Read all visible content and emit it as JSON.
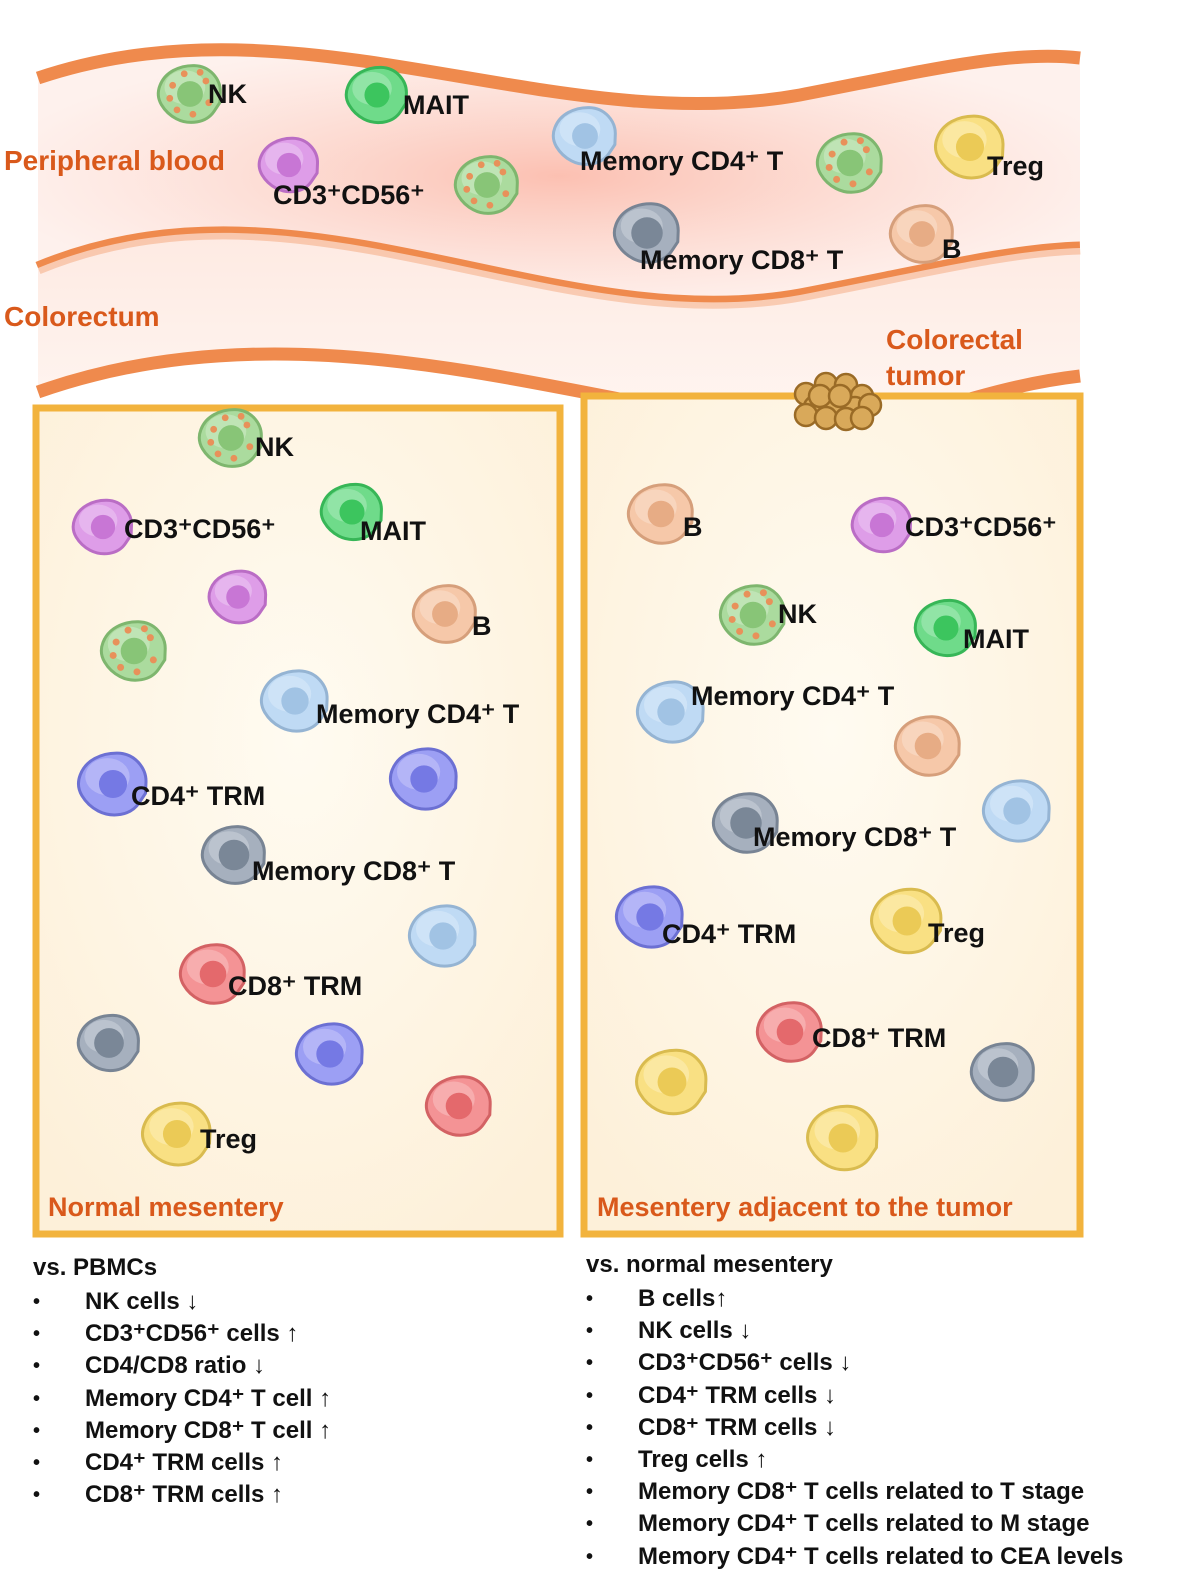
{
  "regions": {
    "peripheral_blood": "Peripheral  blood",
    "colorectum": "Colorectum",
    "colorectal_tumor": [
      "Colorectal",
      "tumor"
    ],
    "normal_mesentery": "Normal mesentery",
    "adjacent_mesentery": "Mesentery adjacent to the tumor"
  },
  "cell_labels": {
    "nk": "NK",
    "mait": "MAIT",
    "cd3cd56": "CD3⁺CD56⁺",
    "mem_cd4": "Memory CD4⁺ T",
    "mem_cd8": "Memory CD8⁺ T",
    "treg": "Treg",
    "b": "B",
    "cd4trm": "CD4⁺ TRM",
    "cd8trm": "CD8⁺ TRM"
  },
  "colors": {
    "vessel": "#ef8a4d",
    "compartment_border": "#f2b33d",
    "label_orange": "#d9591b",
    "nk": "#8fcf7d",
    "mait": "#3fcf63",
    "cd3cd56": "#d37ce0",
    "mem_cd4": "#a9cdf0",
    "mem_cd8": "#8896a8",
    "treg": "#f7d55a",
    "b": "#f3b58c",
    "cd4trm": "#7b7ff0",
    "cd8trm": "#f06f72"
  },
  "comparisons": {
    "left": {
      "heading": "vs. PBMCs",
      "items": [
        "NK cells ↓",
        "CD3⁺CD56⁺ cells ↑",
        "CD4/CD8 ratio ↓",
        "Memory CD4⁺ T cell ↑",
        "Memory CD8⁺ T cell ↑",
        "CD4⁺ TRM cells ↑",
        "CD8⁺ TRM cells ↑"
      ]
    },
    "right": {
      "heading": "vs. normal mesentery",
      "items": [
        "B cells↑",
        "NK cells ↓",
        "CD3⁺CD56⁺ cells ↓",
        "CD4⁺ TRM cells ↓",
        "CD8⁺ TRM cells ↓",
        "Treg cells ↑",
        "Memory CD8⁺ T cells related to T stage",
        "Memory CD4⁺ T cells related to M stage",
        "Memory CD4⁺ T cells related to CEA levels"
      ]
    }
  }
}
